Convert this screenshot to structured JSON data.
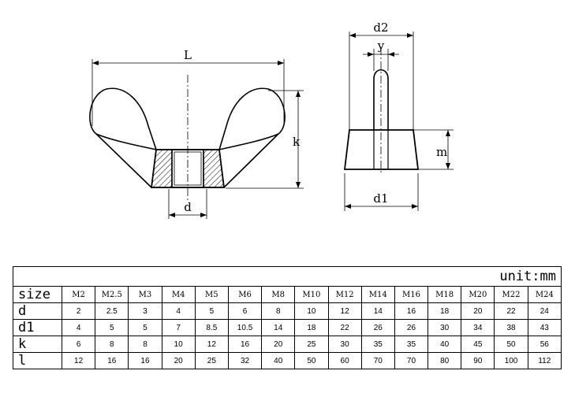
{
  "drawing": {
    "left_view": {
      "dim_L": "L",
      "dim_k": "k",
      "dim_d": "d"
    },
    "right_view": {
      "dim_d2": "d2",
      "dim_y": "y",
      "dim_m": "m",
      "dim_d1": "d1"
    }
  },
  "table": {
    "unit": "unit:mm",
    "row_labels": [
      "size",
      "d",
      "d1",
      "k",
      "l"
    ],
    "sizes": [
      "M2",
      "M2.5",
      "M3",
      "M4",
      "M5",
      "M6",
      "M8",
      "M10",
      "M12",
      "M14",
      "M16",
      "M18",
      "M20",
      "M22",
      "M24"
    ],
    "rows": [
      {
        "label": "d",
        "values": [
          "2",
          "2.5",
          "3",
          "4",
          "5",
          "6",
          "8",
          "10",
          "12",
          "14",
          "16",
          "18",
          "20",
          "22",
          "24"
        ]
      },
      {
        "label": "d1",
        "values": [
          "4",
          "5",
          "5",
          "7",
          "8.5",
          "10.5",
          "14",
          "18",
          "22",
          "26",
          "26",
          "30",
          "34",
          "38",
          "43"
        ]
      },
      {
        "label": "k",
        "values": [
          "6",
          "8",
          "8",
          "10",
          "12",
          "16",
          "20",
          "25",
          "30",
          "35",
          "35",
          "40",
          "45",
          "50",
          "56"
        ]
      },
      {
        "label": "l",
        "values": [
          "12",
          "16",
          "16",
          "20",
          "25",
          "32",
          "40",
          "50",
          "60",
          "70",
          "70",
          "80",
          "90",
          "100",
          "112"
        ]
      }
    ]
  }
}
